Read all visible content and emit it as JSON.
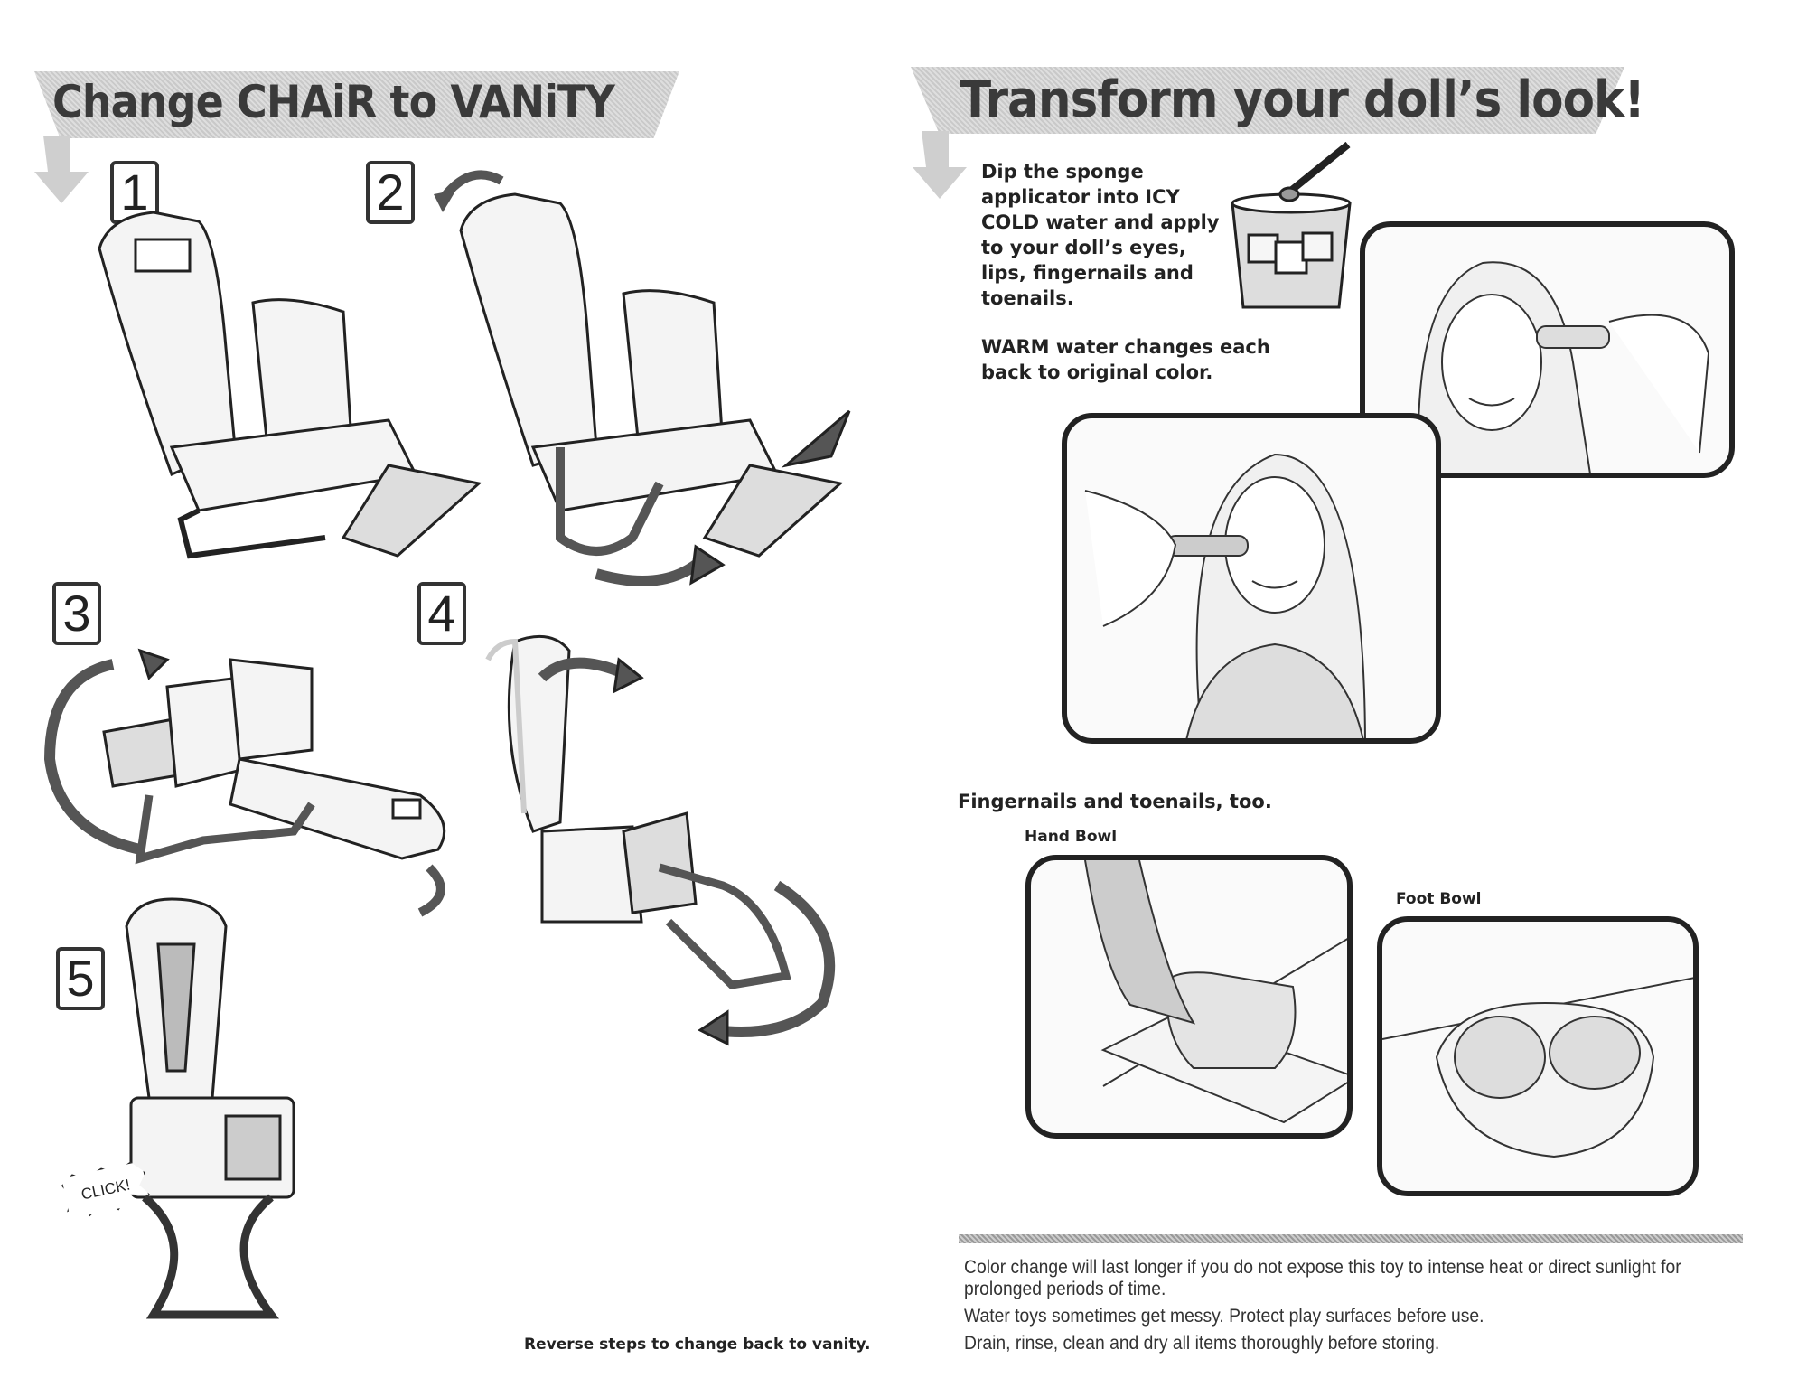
{
  "left_page": {
    "title": "Change CHAiR to VANiTY",
    "steps": [
      "1",
      "2",
      "3",
      "4",
      "5"
    ],
    "click_label": "CLICK!",
    "footer_note": "Reverse steps to change back to vanity."
  },
  "right_page": {
    "title": "Transform your doll’s look!",
    "instruction_lines": [
      "Dip the sponge",
      "applicator into ICY",
      "COLD water and apply",
      "to your doll’s eyes,",
      "lips, fingernails and",
      "toenails."
    ],
    "warm_lines": [
      "WARM water changes each",
      "back to original color."
    ],
    "nails_heading": "Fingernails and toenails, too.",
    "hand_bowl_label": "Hand Bowl",
    "foot_bowl_label": "Foot Bowl",
    "disclaimers": [
      "Color change will last longer if you do not expose this toy to intense heat or direct sunlight for prolonged periods of time.",
      "Water toys sometimes get messy. Protect play surfaces before use.",
      "Drain, rinse, clean and dry all items thoroughly before storing."
    ]
  }
}
